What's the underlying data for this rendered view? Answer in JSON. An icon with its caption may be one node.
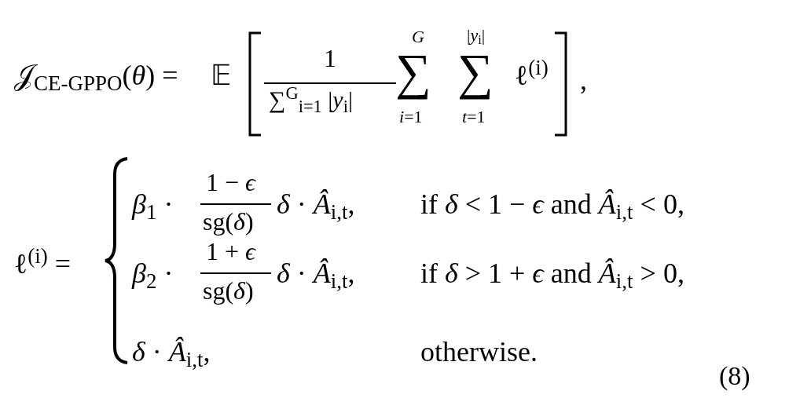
{
  "diagram": {
    "labels": [
      "𝒥$_{CE-GPPO}$(*θ*) =",
      "𝔼",
      "1",
      "∑$^{G}$$_{i=1}$ |*y*$_{i}$|",
      "G",
      "∑",
      "*i*=1",
      "|*y*$_{i}$|",
      "∑",
      "*t*=1",
      "ℓ$^{(i)}$",
      ",",
      "ℓ$^{(i)}$ =",
      "*β*$_{1}$ ·",
      "1 − *ϵ*",
      "sg(*δ*)",
      "*δ* · *Â*$_{i,t}$,",
      "if *δ* < 1 − *ϵ* and *Â*$_{i,t}$ < 0,",
      "*β*$_{2}$ ·",
      "1 + *ϵ*",
      "sg(*δ*)",
      "*δ* · *Â*$_{i,t}$,",
      "if *δ* > 1 + *ϵ* and *Â*$_{i,t}$ > 0,",
      "*δ* · *Â*$_{i,t}$,",
      "otherwise.",
      "(8)"
    ]
  }
}
